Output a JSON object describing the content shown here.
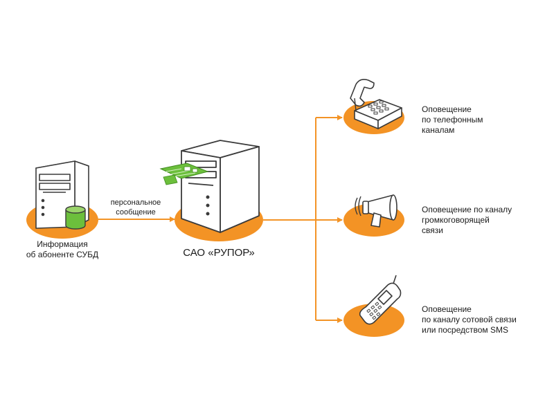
{
  "source": {
    "label_line1": "Информация",
    "label_line2": "об абоненте СУБД"
  },
  "connector": {
    "label_line1": "персональное",
    "label_line2": "сообщение"
  },
  "server": {
    "label": "САО «РУПОР»"
  },
  "outputs": [
    {
      "line1": "Оповещение",
      "line2": "по телефонным",
      "line3": "каналам",
      "icon": "desk-phone-icon"
    },
    {
      "line1": "Оповещение по каналу",
      "line2": "громкоговорящей",
      "line3": "связи",
      "icon": "megaphone-icon"
    },
    {
      "line1": "Оповещение",
      "line2": "по каналу сотовой связи",
      "line3": "или посредством SMS",
      "icon": "mobile-phone-icon"
    }
  ],
  "colors": {
    "accent": "#f39325",
    "green": "#6cbf3c",
    "outline": "#3a3a3a"
  }
}
